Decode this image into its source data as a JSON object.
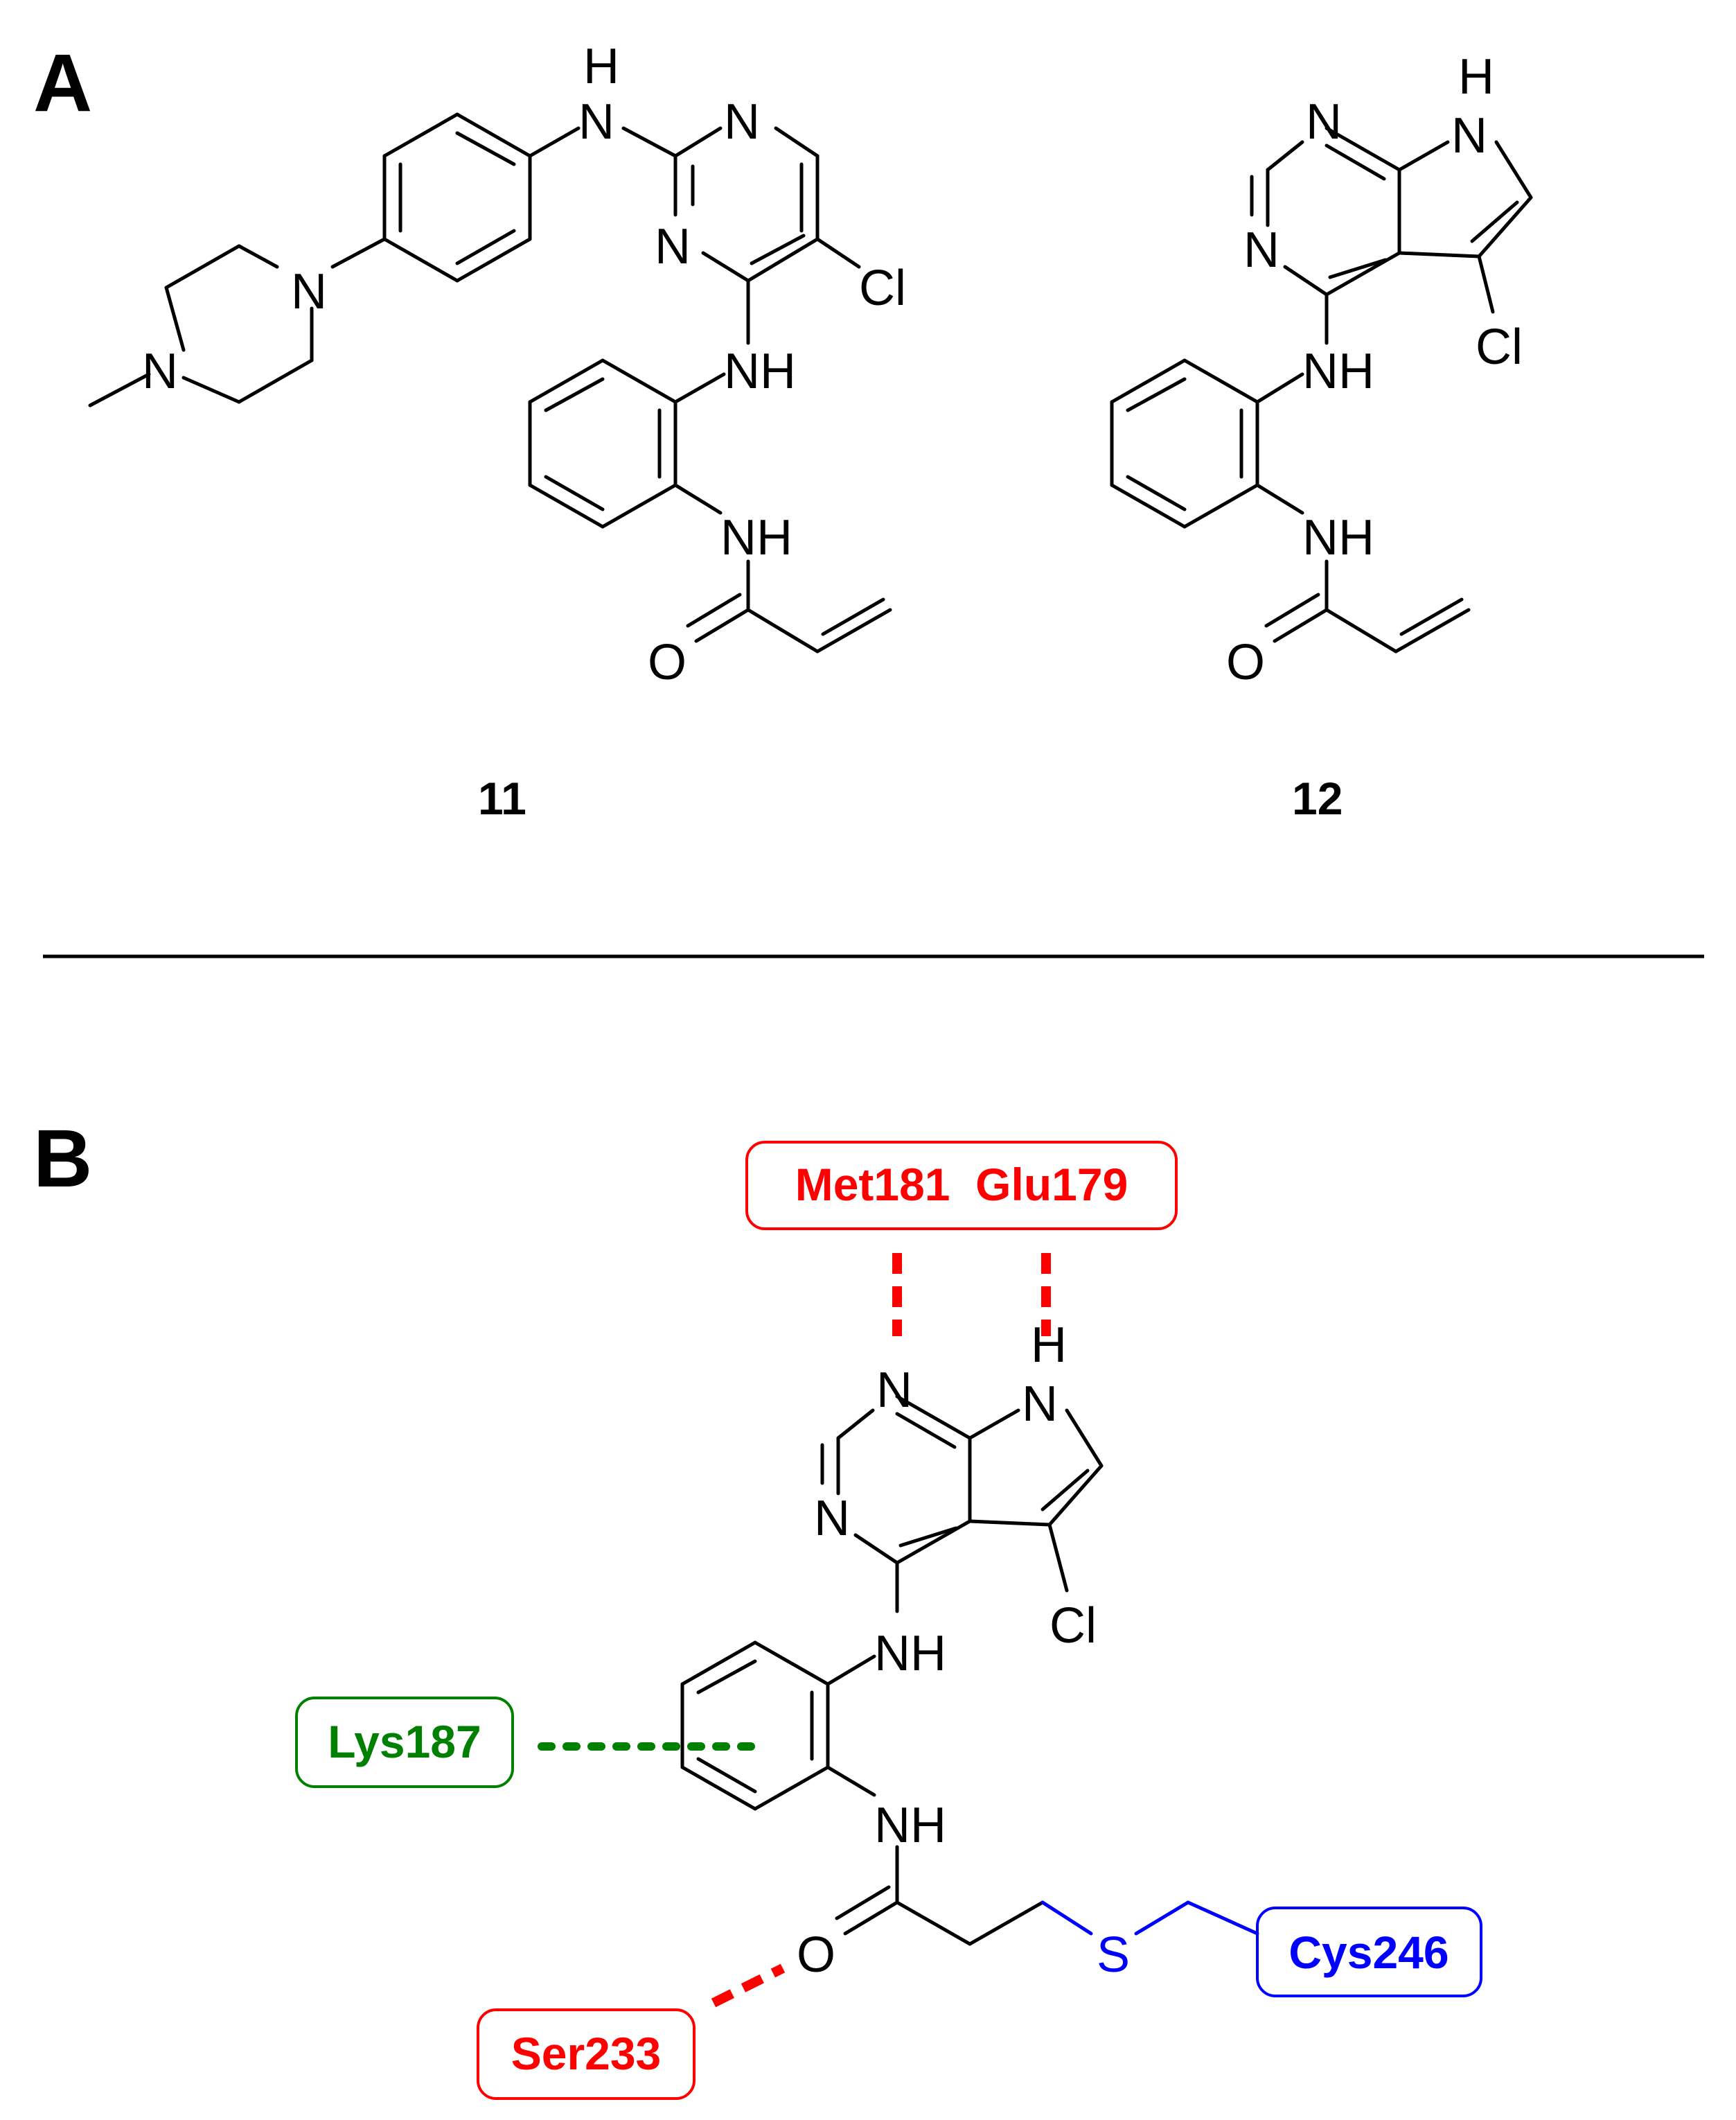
{
  "panels": [
    {
      "letter": "A"
    },
    {
      "letter": "B"
    }
  ],
  "compounds": [
    "11",
    "12"
  ],
  "atoms": {
    "N": "N",
    "H": "H",
    "NH": "NH",
    "Cl": "Cl",
    "O": "O",
    "S": "S"
  },
  "residues": {
    "top": "Met181  Glu179",
    "left": "Lys187",
    "bottom": "Ser233",
    "right": "Cys246"
  },
  "colors": {
    "hbond": "#ff0000",
    "pi_interaction": "#008000",
    "covalent": "#0000ff"
  }
}
